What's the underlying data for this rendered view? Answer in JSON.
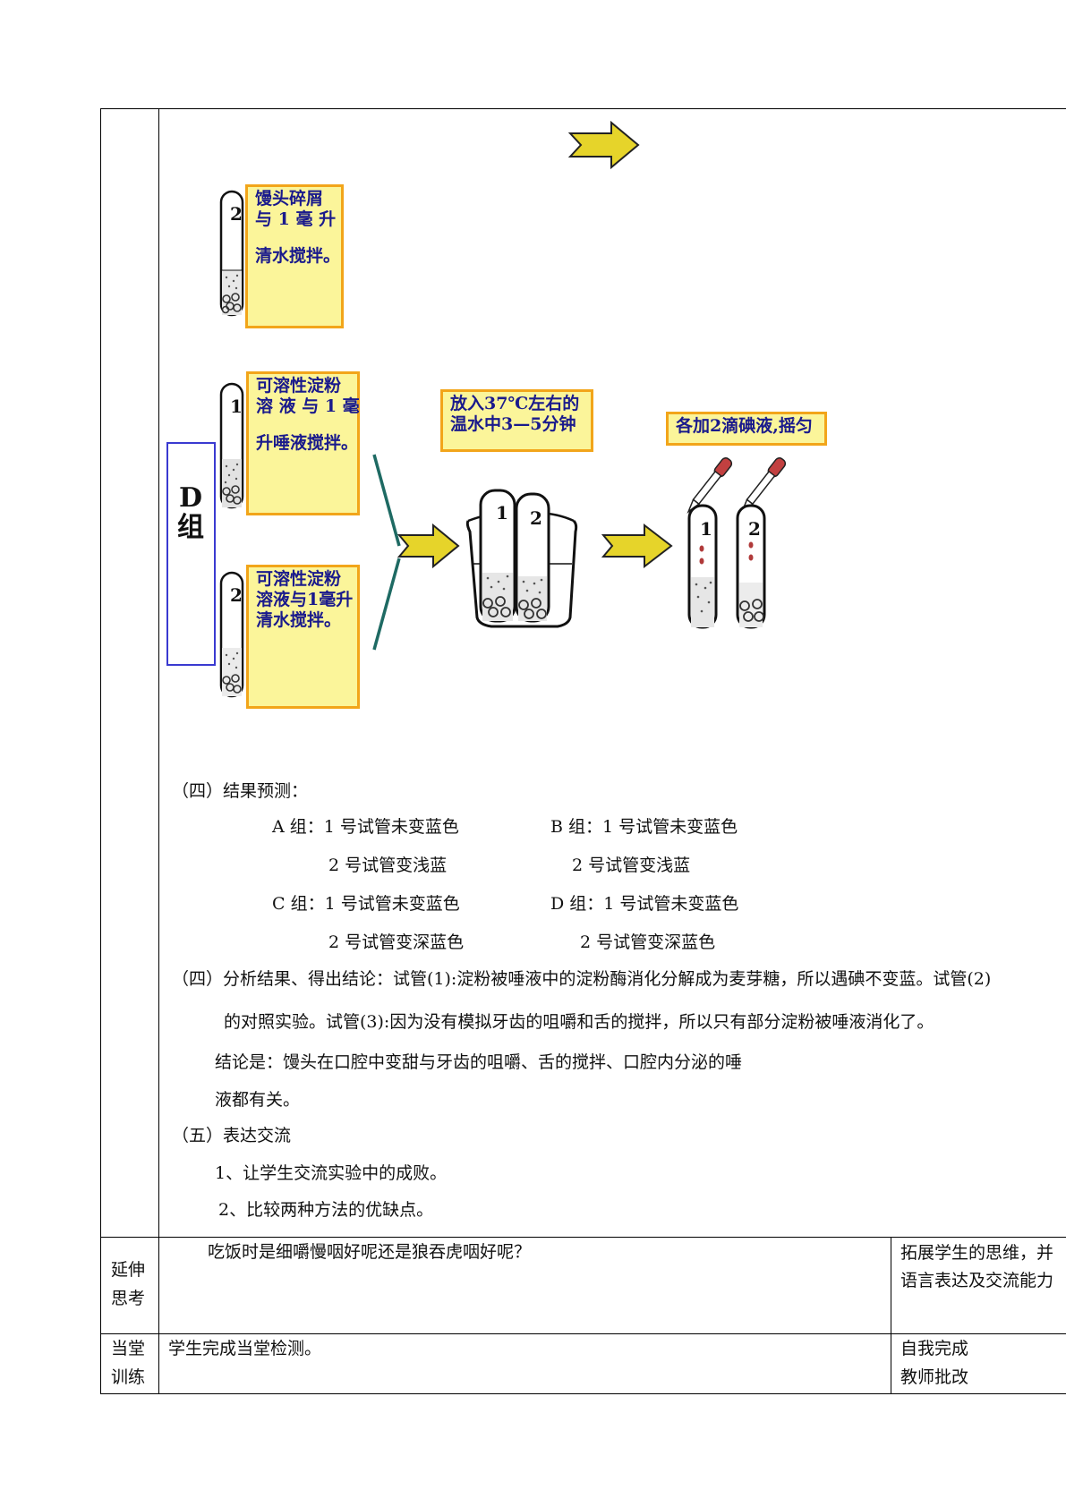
{
  "diagram": {
    "box_top_2": [
      "馒头碎屑",
      "与 1 毫 升",
      "清水搅拌。"
    ],
    "box_mid_1": [
      "可溶性淀粉",
      "溶 液 与 1 毫",
      "升唾液搅拌。"
    ],
    "box_bot_2": [
      "可溶性淀粉",
      "溶液与1毫升",
      "清水搅拌。"
    ],
    "box_warm": [
      "放入37℃左右的",
      "温水中3—5分钟"
    ],
    "box_iodine": "各加2滴碘液,摇匀",
    "group_label": [
      "D",
      "组"
    ],
    "tube_labels": [
      "2",
      "1",
      "2",
      "1",
      "2",
      "1",
      "2"
    ]
  },
  "content": {
    "prediction_heading": "（四）结果预测：",
    "predictions": [
      [
        "A 组：1 号试管未变蓝色",
        "B 组：1 号试管未变蓝色"
      ],
      [
        "2 号试管变浅蓝",
        "2 号试管变浅蓝"
      ],
      [
        "C 组：1 号试管未变蓝色",
        "D 组：1 号试管未变蓝色"
      ],
      [
        "2 号试管变深蓝色",
        "2 号试管变深蓝色"
      ]
    ],
    "analysis_line1": "（四）分析结果、得出结论：试管(1):淀粉被唾液中的淀粉酶消化分解成为麦芽糖，所以遇碘不变蓝。试管(2)",
    "analysis_line2": "的对照实验。试管(3):因为没有模拟牙齿的咀嚼和舌的搅拌，所以只有部分淀粉被唾液消化了。",
    "conclusion_line1": "结论是：馒头在口腔中变甜与牙齿的咀嚼、舌的搅拌、口腔内分泌的唾",
    "conclusion_line2": "液都有关。",
    "exchange_heading": "（五）表达交流",
    "exchange_items": [
      "1、让学生交流实验中的成败。",
      "2、比较两种方法的优缺点。"
    ]
  },
  "table": {
    "row_extend": {
      "label": [
        "延伸",
        "思考"
      ],
      "text": "吃饭时是细嚼慢咽好呢还是狼吞虎咽好呢？",
      "note": [
        "拓展学生的思维，并",
        "语言表达及交流能力"
      ]
    },
    "row_train": {
      "label": [
        "当堂",
        "训练"
      ],
      "text": "学生完成当堂检测。",
      "note": [
        "自我完成",
        "教师批改"
      ]
    }
  }
}
